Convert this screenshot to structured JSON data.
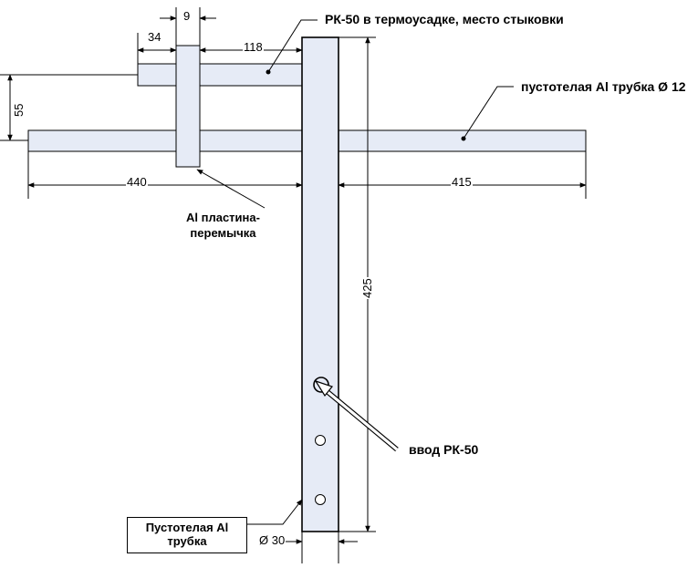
{
  "labels": {
    "connection": "РК-50 в термоусадке, место стыковки",
    "hollow_tube_12": "пустотелая Al трубка Ø 12",
    "plate_line1": "Al пластина-",
    "plate_line2": "перемычка",
    "feed": "ввод РК-50",
    "main_tube_line1": "Пустотелая Al",
    "main_tube_line2": "трубка"
  },
  "dimensions": {
    "plate_width": "9",
    "offset_left": "34",
    "offset_right": "118",
    "vertical_gap": "55",
    "left_length": "440",
    "right_length": "415",
    "mast_length": "425",
    "mast_diameter": "Ø 30"
  },
  "colors": {
    "fill": "#e6ebf6",
    "stroke": "#000000",
    "leader": "#000000"
  }
}
